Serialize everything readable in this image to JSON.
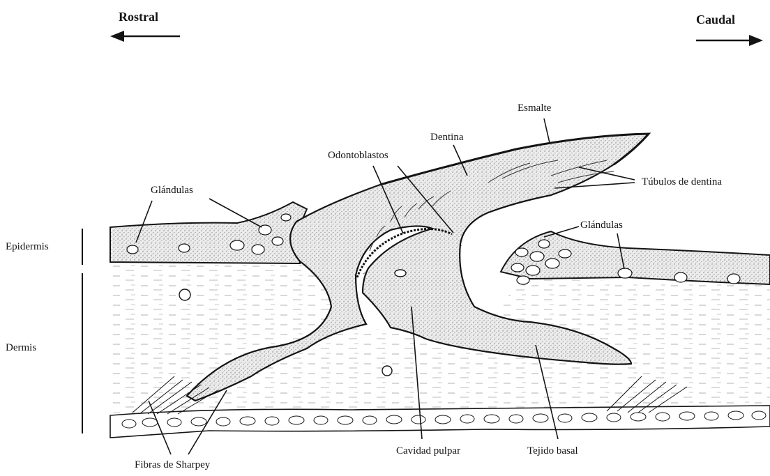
{
  "directions": {
    "left": "Rostral",
    "right": "Caudal"
  },
  "side_labels": {
    "epidermis": "Epidermis",
    "dermis": "Dermis"
  },
  "labels": {
    "esmalte": "Esmalte",
    "dentina": "Dentina",
    "odontoblastos": "Odontoblastos",
    "tubulos": "Túbulos de dentina",
    "glandulas_left": "Glándulas",
    "glandulas_right": "Glándulas",
    "cavidad_pulpar": "Cavidad pulpar",
    "tejido_basal": "Tejido basal",
    "fibras_sharpey": "Fibras de Sharpey"
  },
  "colors": {
    "ink": "#141414",
    "stipple": "#d9d9d9",
    "background": "#ffffff"
  }
}
